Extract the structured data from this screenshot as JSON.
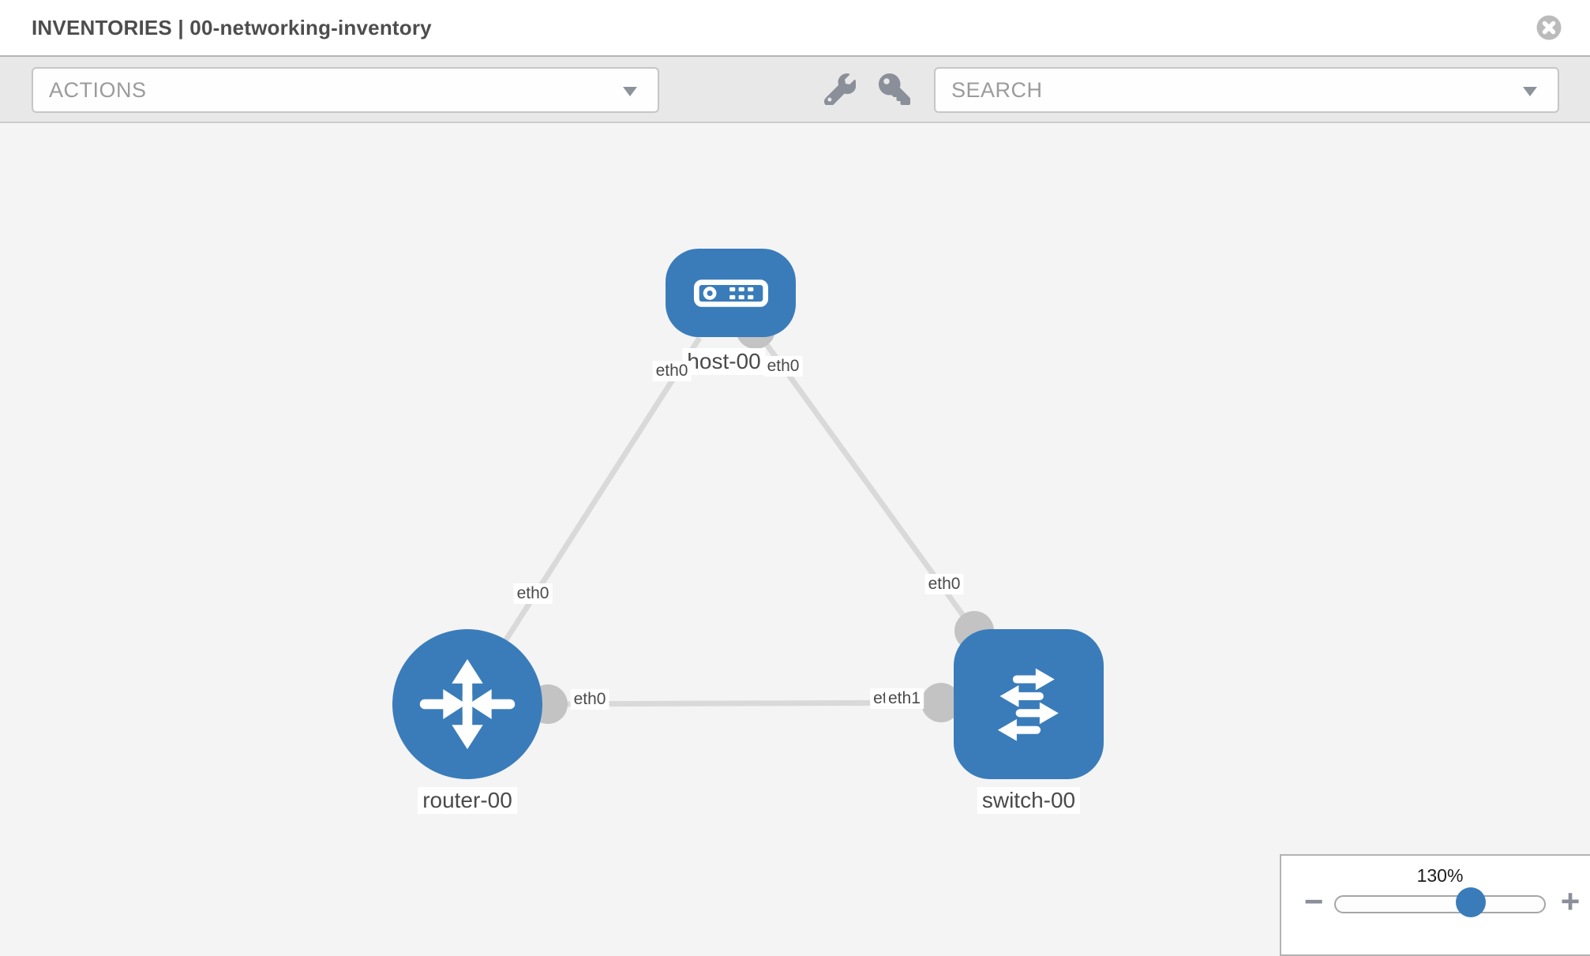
{
  "header": {
    "title": "INVENTORIES | 00-networking-inventory"
  },
  "toolbar": {
    "actions": {
      "placeholder": "ACTIONS"
    },
    "search": {
      "placeholder": "SEARCH"
    },
    "icons": [
      "wrench-icon",
      "key-icon"
    ]
  },
  "diagram": {
    "nodes": {
      "host": {
        "label": "host-00",
        "type": "host"
      },
      "router": {
        "label": "router-00",
        "type": "router"
      },
      "switch": {
        "label": "switch-00",
        "type": "switch"
      }
    },
    "interfaces": {
      "host_left": "eth0",
      "host_right": "eth0",
      "link_host_router_lower": "eth0",
      "link_host_switch_lower": "eth0",
      "router_right": "eth0",
      "switch_left_back": "eth0",
      "switch_left_front": "eth1"
    }
  },
  "zoom_control": {
    "level": "130%",
    "minus_glyph": "−",
    "plus_glyph": "+"
  },
  "colors": {
    "node_blue": "#3a7cba",
    "link_gray": "#d9d9d9",
    "endpoint_gray": "#c3c3c3",
    "toolbar_bg": "#e8e8e8",
    "canvas_bg": "#f4f4f4",
    "icon_gray": "#8b8f99"
  }
}
